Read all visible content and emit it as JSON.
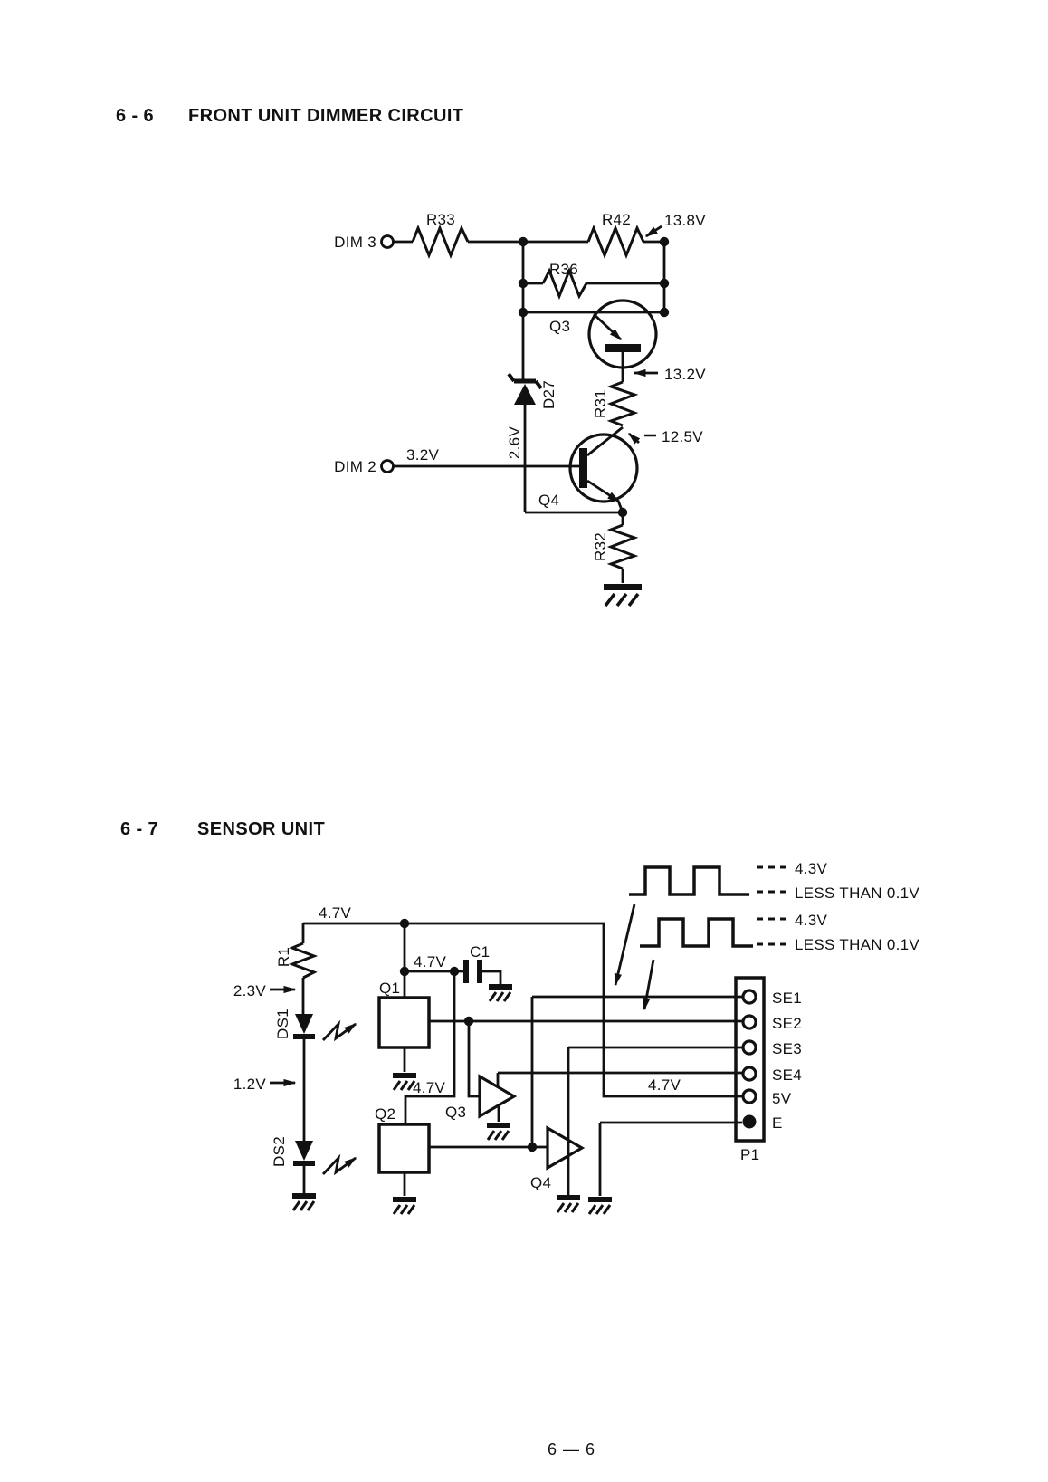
{
  "colors": {
    "ink": "#111111",
    "paper": "#ffffff"
  },
  "sections": [
    {
      "number": "6 - 6",
      "title": "FRONT UNIT DIMMER CIRCUIT"
    },
    {
      "number": "6 - 7",
      "title": "SENSOR UNIT"
    }
  ],
  "footer": {
    "page_number": "6 — 6"
  },
  "dimmer": {
    "dim3": "DIM 3",
    "dim2": "DIM 2",
    "r33": "R33",
    "r42": "R42",
    "r36": "R36",
    "r31": "R31",
    "r32": "R32",
    "q3": "Q3",
    "q4": "Q4",
    "d27": "D27",
    "v_13_8": "13.8V",
    "v_13_2": "13.2V",
    "v_12_5": "12.5V",
    "v_3_2": "3.2V",
    "v_2_6": "2.6V"
  },
  "sensor": {
    "rail_v": "4.7V",
    "q1_v": "4.7V",
    "q2_v": "4.7V",
    "p1_v": "4.7V",
    "r1": "R1",
    "ds1": "DS1",
    "ds2": "DS2",
    "c1": "C1",
    "q1": "Q1",
    "q2": "Q2",
    "q3": "Q3",
    "q4": "Q4",
    "v_2_3": "2.3V",
    "v_1_2": "1.2V",
    "p1": "P1",
    "pins": [
      "SE1",
      "SE2",
      "SE3",
      "SE4",
      "5V",
      "E"
    ],
    "waveforms": [
      {
        "high": "4.3V",
        "low": "LESS THAN 0.1V"
      },
      {
        "high": "4.3V",
        "low": "LESS THAN 0.1V"
      }
    ]
  }
}
